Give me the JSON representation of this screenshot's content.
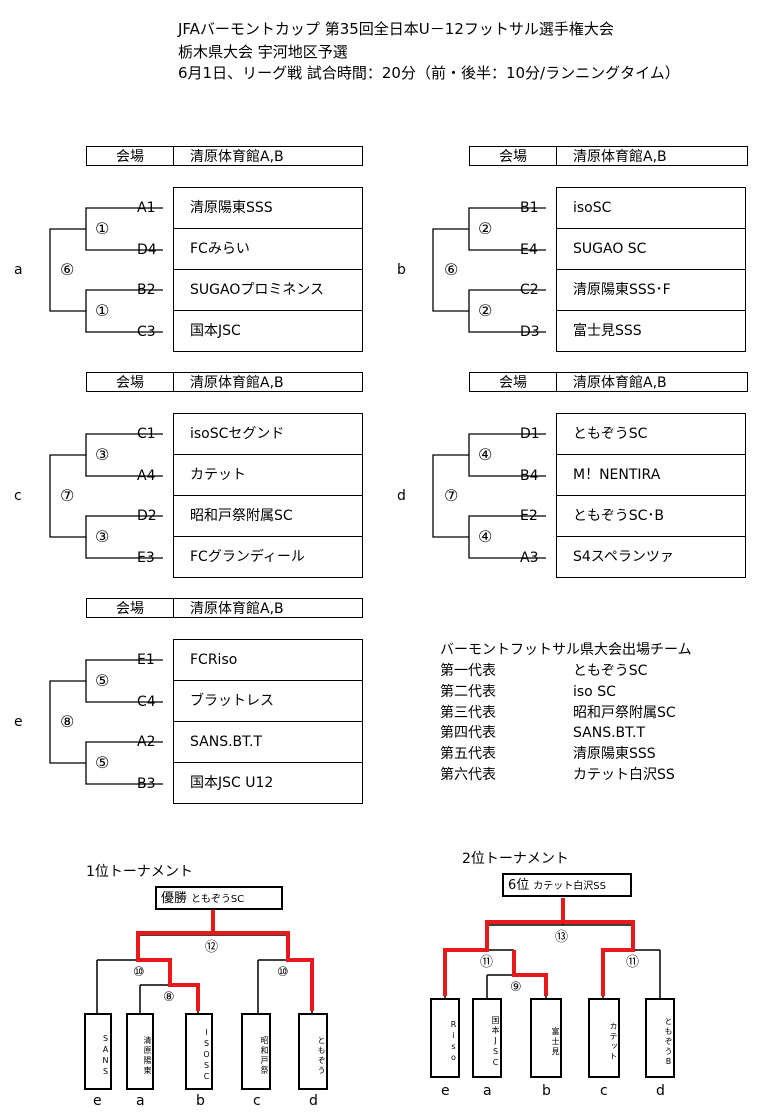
{
  "header": {
    "line1": "JFAバーモントカップ 第35回全日本U－12フットサル選手権大会",
    "line2": "栃木県大会 宇河地区予選",
    "line3": "6月1日、リーグ戦  試合時間：20分（前・後半：10分/ランニングタイム）"
  },
  "venue_label": "会場",
  "groups": {
    "a": {
      "label": "a",
      "venue": "清原体育館A,B",
      "final_num": "⑥",
      "semi": [
        "①",
        "①"
      ],
      "seeds": [
        "A1",
        "D4",
        "B2",
        "C3"
      ],
      "teams": [
        "清原陽東SSS",
        "FCみらい",
        "SUGAOプロミネンス",
        "国本JSC"
      ]
    },
    "b": {
      "label": "b",
      "venue": "清原体育館A,B",
      "final_num": "⑥",
      "semi": [
        "②",
        "②"
      ],
      "seeds": [
        "B1",
        "E4",
        "C2",
        "D3"
      ],
      "teams": [
        "isoSC",
        "SUGAO SC",
        "清原陽東SSS･F",
        "富士見SSS"
      ]
    },
    "c": {
      "label": "c",
      "venue": "清原体育館A,B",
      "final_num": "⑦",
      "semi": [
        "③",
        "③"
      ],
      "seeds": [
        "C1",
        "A4",
        "D2",
        "E3"
      ],
      "teams": [
        "isoSCセグンド",
        "カテット",
        "昭和戸祭附属SC",
        "FCグランディール"
      ]
    },
    "d": {
      "label": "d",
      "venue": "清原体育館A,B",
      "final_num": "⑦",
      "semi": [
        "④",
        "④"
      ],
      "seeds": [
        "D1",
        "B4",
        "E2",
        "A3"
      ],
      "teams": [
        "ともぞうSC",
        "M！NENTIRA",
        "ともぞうSC･B",
        "S4スペランツァ"
      ]
    },
    "e": {
      "label": "e",
      "venue": "清原体育館A,B",
      "final_num": "⑧",
      "semi": [
        "⑤",
        "⑤"
      ],
      "seeds": [
        "E1",
        "C4",
        "A2",
        "B3"
      ],
      "teams": [
        "FCRiso",
        "ブラットレス",
        "SANS.BT.T",
        "国本JSC  U12"
      ]
    }
  },
  "qualifiers": {
    "title": "バーモントフットサル県大会出場チーム",
    "rows": [
      {
        "place": "第一代表",
        "team": "ともぞうSC"
      },
      {
        "place": "第二代表",
        "team": "iso SC"
      },
      {
        "place": "第三代表",
        "team": "昭和戸祭附属SC"
      },
      {
        "place": "第四代表",
        "team": "SANS.BT.T"
      },
      {
        "place": "第五代表",
        "team": "清原陽東SSS"
      },
      {
        "place": "第六代表",
        "team": "カテット白沢SS"
      }
    ]
  },
  "tournament1": {
    "title": "1位トーナメント",
    "winner_label": "優勝",
    "winner_team": "ともぞうSC",
    "match_final": "⑫",
    "match_semi_left": "⑩",
    "match_semi_right": "⑩",
    "match_first": "⑧",
    "teams": [
      "SANS",
      "清原陽東",
      "ISOSC",
      "昭和戸祭",
      "ともぞう"
    ],
    "group_labels": [
      "e",
      "a",
      "b",
      "c",
      "d"
    ]
  },
  "tournament2": {
    "title": "2位トーナメント",
    "winner_label": "6位",
    "winner_team": "カテット白沢SS",
    "match_final": "⑬",
    "match_semi_left": "⑪",
    "match_semi_right": "⑪",
    "match_first": "⑨",
    "teams": [
      "Riso",
      "国本JSC",
      "富士見",
      "カテット",
      "ともぞうB"
    ],
    "group_labels": [
      "e",
      "a",
      "b",
      "c",
      "d"
    ]
  },
  "colors": {
    "highlight": "#e8191b",
    "line": "#000000"
  }
}
